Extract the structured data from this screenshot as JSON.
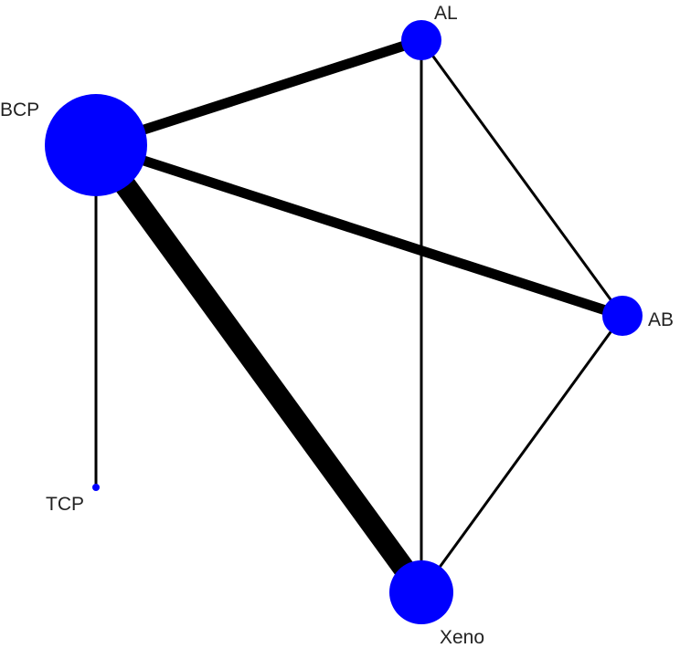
{
  "colors": {
    "node": "#0000ff",
    "edge": "#000000",
    "label": "#222222",
    "background": "#ffffff"
  },
  "nodes": [
    {
      "id": "BCP",
      "label": "BCP",
      "size": "largest"
    },
    {
      "id": "AL",
      "label": "AL",
      "size": "small"
    },
    {
      "id": "AB",
      "label": "AB",
      "size": "small"
    },
    {
      "id": "Xeno",
      "label": "Xeno",
      "size": "medium"
    },
    {
      "id": "TCP",
      "label": "TCP",
      "size": "tiny"
    }
  ],
  "edges": [
    {
      "from": "BCP",
      "to": "AL",
      "weight": "thick"
    },
    {
      "from": "BCP",
      "to": "AB",
      "weight": "thick"
    },
    {
      "from": "BCP",
      "to": "Xeno",
      "weight": "thickest"
    },
    {
      "from": "BCP",
      "to": "TCP",
      "weight": "thin"
    },
    {
      "from": "AL",
      "to": "Xeno",
      "weight": "thin"
    },
    {
      "from": "AL",
      "to": "AB",
      "weight": "thin"
    },
    {
      "from": "AB",
      "to": "Xeno",
      "weight": "thin"
    }
  ]
}
